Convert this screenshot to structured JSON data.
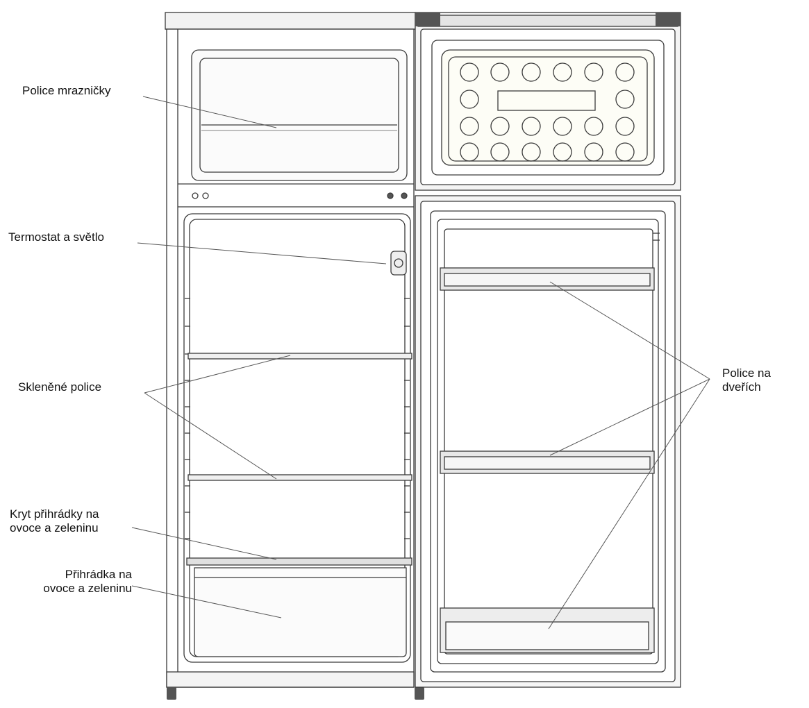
{
  "labels": {
    "freezer_shelf": "Police mrazničky",
    "thermostat_light": "Termostat a světlo",
    "glass_shelves": "Skleněné police",
    "crisper_cover": [
      "Kryt přihrádky na",
      "ovoce a zeleninu"
    ],
    "crisper": [
      "Přihrádka na",
      "ovoce a zeleninu"
    ],
    "door_shelves": [
      "Police na",
      "dveřích"
    ]
  },
  "colors": {
    "outline": "#3a3a3a",
    "light_gray": "#e8e8e8",
    "mid_gray": "#cfcfcf",
    "dark_hinge": "#555555"
  }
}
